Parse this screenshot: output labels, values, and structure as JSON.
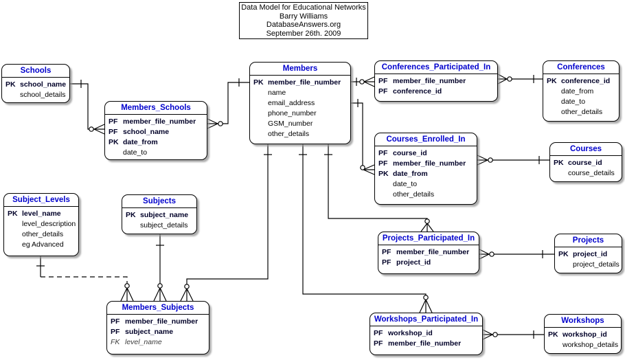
{
  "colors": {
    "entity_title": "#0000cc",
    "key_attribute_text": "#000028",
    "regular_attribute_text": "#000000",
    "fk_attribute_text": "#3c3c3c",
    "line": "#000000",
    "entity_background": "#ffffff",
    "shadow": "#919191"
  },
  "title_box": {
    "lines": [
      "Data Model for Educational Networks",
      "Barry Williams",
      "DatabaseAnswers.org",
      "September 26th. 2009"
    ]
  },
  "entities": [
    {
      "id": "schools",
      "title": "Schools",
      "rows": [
        {
          "k": "PK",
          "n": "school_name",
          "b": 1
        },
        {
          "k": "",
          "n": "school_details"
        }
      ]
    },
    {
      "id": "members_schools",
      "title": "Members_Schools",
      "rows": [
        {
          "k": "PF",
          "n": "member_file_number",
          "b": 1
        },
        {
          "k": "PF",
          "n": "school_name",
          "b": 1
        },
        {
          "k": "PK",
          "n": "date_from",
          "b": 1
        },
        {
          "k": "",
          "n": "date_to"
        }
      ]
    },
    {
      "id": "members",
      "title": "Members",
      "rows": [
        {
          "k": "PK",
          "n": "member_file_number",
          "b": 1
        },
        {
          "k": "",
          "n": "name"
        },
        {
          "k": "",
          "n": "email_address"
        },
        {
          "k": "",
          "n": "phone_number"
        },
        {
          "k": "",
          "n": "GSM_number"
        },
        {
          "k": "",
          "n": "other_details"
        }
      ]
    },
    {
      "id": "conferences_participated_in",
      "title": "Conferences_Participated_In",
      "rows": [
        {
          "k": "PF",
          "n": "member_file_number",
          "b": 1
        },
        {
          "k": "PF",
          "n": "conference_id",
          "b": 1
        }
      ]
    },
    {
      "id": "conferences",
      "title": "Conferences",
      "rows": [
        {
          "k": "PK",
          "n": "conference_id",
          "b": 1
        },
        {
          "k": "",
          "n": "date_from"
        },
        {
          "k": "",
          "n": "date_to"
        },
        {
          "k": "",
          "n": "other_details"
        }
      ]
    },
    {
      "id": "courses_enrolled_in",
      "title": "Courses_Enrolled_In",
      "rows": [
        {
          "k": "PF",
          "n": "course_id",
          "b": 1
        },
        {
          "k": "PF",
          "n": "member_file_number",
          "b": 1
        },
        {
          "k": "PK",
          "n": "date_from",
          "b": 1
        },
        {
          "k": "",
          "n": "date_to"
        },
        {
          "k": "",
          "n": "other_details"
        }
      ]
    },
    {
      "id": "courses",
      "title": "Courses",
      "rows": [
        {
          "k": "PK",
          "n": "course_id",
          "b": 1
        },
        {
          "k": "",
          "n": "course_details"
        }
      ]
    },
    {
      "id": "subject_levels",
      "title": "Subject_Levels",
      "rows": [
        {
          "k": "PK",
          "n": "level_name",
          "b": 1
        },
        {
          "k": "",
          "n": "level_description"
        },
        {
          "k": "",
          "n": "other_details"
        },
        {
          "k": "",
          "n": "eg Advanced"
        }
      ]
    },
    {
      "id": "subjects",
      "title": "Subjects",
      "rows": [
        {
          "k": "PK",
          "n": "subject_name",
          "b": 1
        },
        {
          "k": "",
          "n": "subject_details"
        }
      ]
    },
    {
      "id": "projects_participated_in",
      "title": "Projects_Participated_In",
      "rows": [
        {
          "k": "PF",
          "n": "member_file_number",
          "b": 1
        },
        {
          "k": "PF",
          "n": "project_id",
          "b": 1
        }
      ]
    },
    {
      "id": "projects",
      "title": "Projects",
      "rows": [
        {
          "k": "PK",
          "n": "project_id",
          "b": 1
        },
        {
          "k": "",
          "n": "project_details"
        }
      ]
    },
    {
      "id": "members_subjects",
      "title": "Members_Subjects",
      "rows": [
        {
          "k": "PF",
          "n": "member_file_number",
          "b": 1
        },
        {
          "k": "PF",
          "n": "subject_name",
          "b": 1
        },
        {
          "k": "FK",
          "n": "level_name",
          "i": 1
        }
      ]
    },
    {
      "id": "workshops_participated_in",
      "title": "Workshops_Participated_In",
      "rows": [
        {
          "k": "PF",
          "n": "workshop_id",
          "b": 1
        },
        {
          "k": "PF",
          "n": "member_file_number",
          "b": 1
        }
      ]
    },
    {
      "id": "workshops",
      "title": "Workshops",
      "rows": [
        {
          "k": "PK",
          "n": "workshop_id",
          "b": 1
        },
        {
          "k": "",
          "n": "workshop_details"
        }
      ]
    }
  ],
  "relationships": [
    {
      "from": "Schools",
      "to": "Members_Schools",
      "from_end": "one",
      "to_end": "zero-or-many",
      "style": "solid"
    },
    {
      "from": "Members",
      "to": "Members_Schools",
      "from_end": "one",
      "to_end": "zero-or-many",
      "style": "solid"
    },
    {
      "from": "Members",
      "to": "Conferences_Participated_In",
      "from_end": "one",
      "to_end": "zero-or-many",
      "style": "solid"
    },
    {
      "from": "Members",
      "to": "Courses_Enrolled_In",
      "from_end": "one",
      "to_end": "zero-or-many",
      "style": "solid"
    },
    {
      "from": "Conferences",
      "to": "Conferences_Participated_In",
      "from_end": "one",
      "to_end": "zero-or-many",
      "style": "solid"
    },
    {
      "from": "Courses",
      "to": "Courses_Enrolled_In",
      "from_end": "one",
      "to_end": "zero-or-many",
      "style": "solid"
    },
    {
      "from": "Members",
      "to": "Projects_Participated_In",
      "from_end": "one",
      "to_end": "zero-or-many",
      "style": "solid"
    },
    {
      "from": "Members",
      "to": "Workshops_Participated_In",
      "from_end": "one",
      "to_end": "zero-or-many",
      "style": "solid"
    },
    {
      "from": "Members",
      "to": "Members_Subjects",
      "from_end": "one",
      "to_end": "zero-or-many",
      "style": "solid"
    },
    {
      "from": "Subjects",
      "to": "Members_Subjects",
      "from_end": "one",
      "to_end": "zero-or-many",
      "style": "solid"
    },
    {
      "from": "Subject_Levels",
      "to": "Members_Subjects",
      "from_end": "one",
      "to_end": "zero-or-many",
      "style": "dashed"
    },
    {
      "from": "Projects",
      "to": "Projects_Participated_In",
      "from_end": "one",
      "to_end": "zero-or-many",
      "style": "solid"
    },
    {
      "from": "Workshops",
      "to": "Workshops_Participated_In",
      "from_end": "one",
      "to_end": "zero-or-many",
      "style": "solid"
    }
  ]
}
